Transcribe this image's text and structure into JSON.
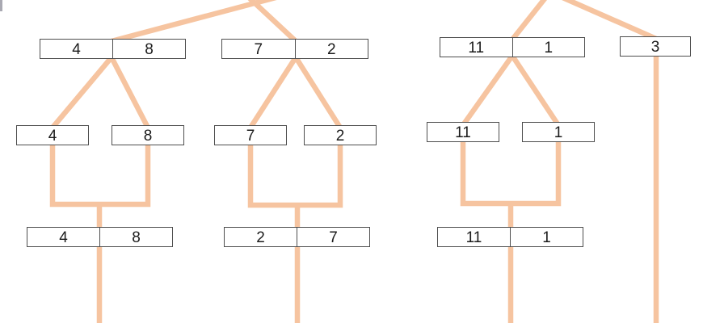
{
  "diagram": {
    "type": "merge-sort-tree",
    "top_row": [
      {
        "label": "pair-4-8",
        "cells": [
          "4",
          "8"
        ]
      },
      {
        "label": "pair-7-2",
        "cells": [
          "7",
          "2"
        ]
      },
      {
        "label": "pair-11-1",
        "cells": [
          "11",
          "1"
        ]
      },
      {
        "label": "single-3",
        "cells": [
          "3"
        ]
      }
    ],
    "middle_row": [
      {
        "label": "single-4",
        "cells": [
          "4"
        ]
      },
      {
        "label": "single-8",
        "cells": [
          "8"
        ]
      },
      {
        "label": "single-7",
        "cells": [
          "7"
        ]
      },
      {
        "label": "single-2",
        "cells": [
          "2"
        ]
      },
      {
        "label": "single-11",
        "cells": [
          "11"
        ]
      },
      {
        "label": "single-1",
        "cells": [
          "1"
        ]
      }
    ],
    "bottom_row": [
      {
        "label": "merged-4-8",
        "cells": [
          "4",
          "8"
        ]
      },
      {
        "label": "merged-2-7",
        "cells": [
          "2",
          "7"
        ]
      },
      {
        "label": "merged-11-1",
        "cells": [
          "11",
          "1"
        ]
      }
    ],
    "colors": {
      "connector": "#F6C4A0",
      "box_border": "#4E4E4E",
      "text": "#1B1B1B",
      "scrollbar_fragment": "#A9A9B2"
    }
  }
}
